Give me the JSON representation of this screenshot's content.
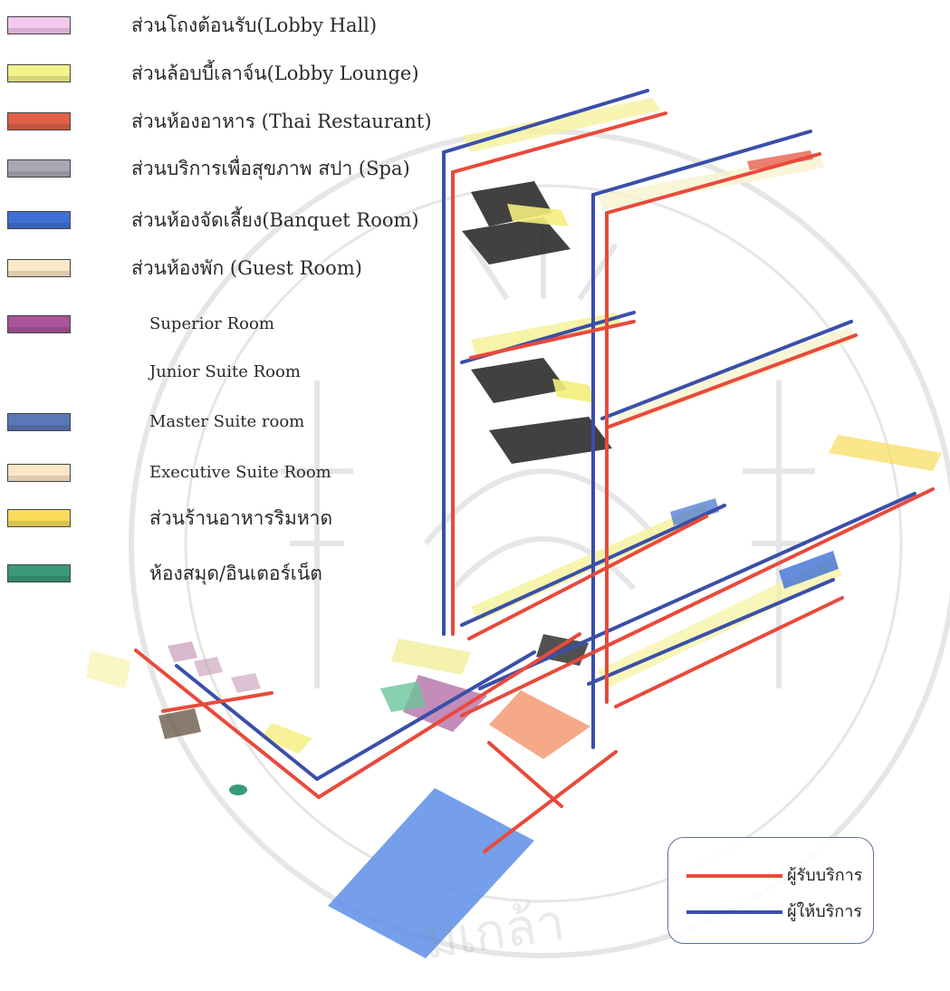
{
  "legend": [
    {
      "label": "ส่วนโถงต้อนรับ(Lobby Hall)",
      "color": "#f4c8ec"
    },
    {
      "label": "ส่วนล้อบบี้เลาจ์น(Lobby Lounge)",
      "color": "#f4f28a"
    },
    {
      "label": "ส่วนห้องอาหาร (Thai Restaurant)",
      "color": "#e0604a"
    },
    {
      "label": "ส่วนบริการเพื่อสุขภาพ สปา (Spa)",
      "color": "#a8a8b2"
    },
    {
      "label": "ส่วนห้องจัดเลี้ยง(Banquet Room)",
      "color": "#3f6fd4"
    },
    {
      "label": "ส่วนห้องพัก (Guest Room)",
      "color": "#fbe9c8"
    },
    {
      "label": "Superior Room",
      "color": "#a8559a"
    },
    {
      "label": "Junior Suite Room",
      "color": ""
    },
    {
      "label": "Master Suite room",
      "color": "#5a78b8"
    },
    {
      "label": "Executive Suite Room",
      "color": "#fbe7c8"
    },
    {
      "label": "ส่วนร้านอาหารริมหาด",
      "color": "#f8dc5a"
    },
    {
      "label": "ห้องสมุด/อินเตอร์เน็ต",
      "color": "#3a9a78"
    }
  ],
  "route_legend": {
    "customer_label": "ผู้รับบริการ",
    "customer_color": "#e84a3c",
    "staff_label": "ผู้ให้บริการ",
    "staff_color": "#3a4fa8"
  },
  "watermark_text": "มเกล้า"
}
